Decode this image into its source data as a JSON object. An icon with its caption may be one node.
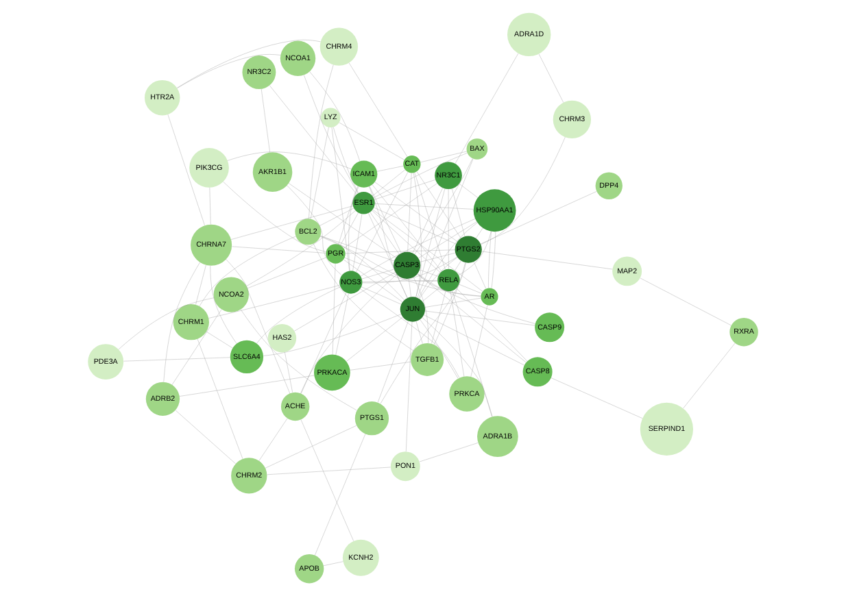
{
  "diagram": {
    "nodes": [
      {
        "text": [
          "ADRA1B"
        ]
      },
      {
        "text": [
          "PON1"
        ]
      },
      {
        "text": [
          "CHRM2"
        ]
      },
      {
        "text": [
          "ADRB2"
        ]
      },
      {
        "text": [
          "CHRNA7"
        ]
      },
      {
        "text": [
          "PIK3CG"
        ]
      },
      {
        "text": [
          "RELA"
        ]
      },
      {
        "text": [
          "JUN"
        ]
      },
      {
        "text": [
          "PTGS1"
        ]
      },
      {
        "text": [
          "NCOA2"
        ]
      },
      {
        "text": [
          "PGR"
        ]
      },
      {
        "text": [
          "ICAM1"
        ]
      },
      {
        "text": [
          "PRKCA"
        ]
      },
      {
        "text": [
          "CASP8"
        ]
      },
      {
        "text": [
          "APOB"
        ]
      },
      {
        "text": [
          "PDE3A"
        ]
      },
      {
        "text": [
          "PRKACA"
        ]
      },
      {
        "text": [
          "NCOA1"
        ]
      },
      {
        "text": [
          "AR"
        ]
      },
      {
        "text": [
          "SERPIND1"
        ]
      },
      {
        "text": [
          "KCNH2"
        ]
      },
      {
        "text": [
          "SLC6A4"
        ]
      },
      {
        "text": [
          "TGFB1"
        ]
      },
      {
        "text": [
          "HTR2A"
        ]
      },
      {
        "text": [
          "HSP90AA1"
        ]
      },
      {
        "text": [
          "RXRA"
        ]
      },
      {
        "text": [
          "ACHE"
        ]
      },
      {
        "text": [
          "CHRM1"
        ]
      },
      {
        "text": [
          "BCL2"
        ]
      },
      {
        "text": [
          "CHRM4"
        ]
      },
      {
        "text": [
          "NR3C1"
        ]
      },
      {
        "text": [
          "MAP2"
        ]
      },
      {
        "text": [
          "HAS2"
        ]
      },
      {
        "text": [
          "NOS3"
        ]
      },
      {
        "text": [
          "LYZ"
        ]
      },
      {
        "text": [
          "CAT"
        ]
      },
      {
        "text": [
          "ADRA1D"
        ]
      },
      {
        "text": [
          "PTGS2"
        ]
      },
      {
        "text": [
          "CASP3"
        ]
      },
      {
        "text": [
          "AKR1B1"
        ]
      },
      {
        "text": [
          "ESR1"
        ]
      },
      {
        "text": [
          "BAX"
        ]
      },
      {
        "text": [
          "CHRM3"
        ]
      },
      {
        "text": [
          "DPP4"
        ]
      },
      {
        "text": [
          "CASP9"
        ]
      },
      {
        "text": [
          "NR3C2"
        ]
      }
    ],
    "edges": [
      {
        "from": 0,
        "to": 1,
        "arrow": "none"
      },
      {
        "from": 1,
        "to": 2,
        "arrow": "none"
      },
      {
        "from": 2,
        "to": 3,
        "arrow": "none"
      },
      {
        "from": 3,
        "to": 4,
        "arrow": "none"
      },
      {
        "from": 4,
        "to": 5,
        "arrow": "none"
      },
      {
        "from": 0,
        "to": 6,
        "arrow": "none"
      },
      {
        "from": 1,
        "to": 7,
        "arrow": "none"
      },
      {
        "from": 2,
        "to": 8,
        "arrow": "none"
      },
      {
        "from": 3,
        "to": 9,
        "arrow": "none"
      },
      {
        "from": 4,
        "to": 10,
        "arrow": "none"
      },
      {
        "from": 5,
        "to": 11,
        "arrow": "none"
      },
      {
        "from": 6,
        "to": 7,
        "arrow": "none"
      },
      {
        "from": 7,
        "to": 8,
        "arrow": "none"
      },
      {
        "from": 8,
        "to": 9,
        "arrow": "none"
      },
      {
        "from": 9,
        "to": 10,
        "arrow": "none"
      },
      {
        "from": 10,
        "to": 11,
        "arrow": "none"
      },
      {
        "from": 6,
        "to": 12,
        "arrow": "none"
      },
      {
        "from": 7,
        "to": 13,
        "arrow": "none"
      },
      {
        "from": 8,
        "to": 14,
        "arrow": "none"
      },
      {
        "from": 9,
        "to": 15,
        "arrow": "none"
      },
      {
        "from": 10,
        "to": 16,
        "arrow": "none"
      },
      {
        "from": 11,
        "to": 17,
        "arrow": "none"
      },
      {
        "from": 12,
        "to": 18,
        "arrow": "none"
      },
      {
        "from": 13,
        "to": 19,
        "arrow": "none"
      },
      {
        "from": 14,
        "to": 20,
        "arrow": "none"
      },
      {
        "from": 15,
        "to": 21,
        "arrow": "none"
      },
      {
        "from": 16,
        "to": 22,
        "arrow": "none"
      },
      {
        "from": 17,
        "to": 23,
        "arrow": "none"
      },
      {
        "from": 18,
        "to": 24,
        "arrow": "none"
      },
      {
        "from": 19,
        "to": 25,
        "arrow": "none"
      },
      {
        "from": 20,
        "to": 26,
        "arrow": "none"
      },
      {
        "from": 21,
        "to": 27,
        "arrow": "none"
      },
      {
        "from": 22,
        "to": 28,
        "arrow": "none"
      },
      {
        "from": 23,
        "to": 29,
        "arrow": "none"
      },
      {
        "from": 24,
        "to": 30,
        "arrow": "none"
      },
      {
        "from": 25,
        "to": 31,
        "arrow": "none"
      },
      {
        "from": 26,
        "to": 32,
        "arrow": "none"
      },
      {
        "from": 27,
        "to": 33,
        "arrow": "none"
      },
      {
        "from": 28,
        "to": 34,
        "arrow": "none"
      },
      {
        "from": 29,
        "to": 35,
        "arrow": "none"
      },
      {
        "from": 30,
        "to": 36,
        "arrow": "none"
      },
      {
        "from": 31,
        "to": 37,
        "arrow": "none"
      },
      {
        "from": 32,
        "to": 38,
        "arrow": "none"
      },
      {
        "from": 33,
        "to": 39,
        "arrow": "none"
      },
      {
        "from": 34,
        "to": 40,
        "arrow": "none"
      },
      {
        "from": 35,
        "to": 41,
        "arrow": "none"
      },
      {
        "from": 36,
        "to": 42,
        "arrow": "none"
      },
      {
        "from": 37,
        "to": 43,
        "arrow": "none"
      },
      {
        "from": 38,
        "to": 44,
        "arrow": "none"
      },
      {
        "from": 39,
        "to": 45,
        "arrow": "none"
      },
      {
        "from": 33,
        "to": 34,
        "arrow": "none"
      },
      {
        "from": 34,
        "to": 35,
        "arrow": "none"
      },
      {
        "from": 40,
        "to": 41,
        "arrow": "none"
      },
      {
        "from": 27,
        "to": 28,
        "arrow": "none"
      },
      {
        "from": 28,
        "to": 29,
        "arrow": "none"
      },
      {
        "from": 7,
        "to": 12,
        "arrow": "none"
      },
      {
        "from": 7,
        "to": 18,
        "arrow": "none"
      },
      {
        "from": 7,
        "to": 24,
        "arrow": "none"
      },
      {
        "from": 7,
        "to": 30,
        "arrow": "none"
      },
      {
        "from": 7,
        "to": 37,
        "arrow": "none"
      },
      {
        "from": 7,
        "to": 38,
        "arrow": "none"
      },
      {
        "from": 7,
        "to": 40,
        "arrow": "none"
      },
      {
        "from": 7,
        "to": 33,
        "arrow": "none"
      },
      {
        "from": 7,
        "to": 28,
        "arrow": "none"
      },
      {
        "from": 7,
        "to": 22,
        "arrow": "none"
      },
      {
        "from": 7,
        "to": 11,
        "arrow": "none"
      },
      {
        "from": 7,
        "to": 10,
        "arrow": "none"
      },
      {
        "from": 7,
        "to": 35,
        "arrow": "none"
      },
      {
        "from": 7,
        "to": 41,
        "arrow": "none"
      },
      {
        "from": 7,
        "to": 44,
        "arrow": "none"
      },
      {
        "from": 7,
        "to": 0,
        "arrow": "none"
      },
      {
        "from": 7,
        "to": 21,
        "arrow": "none"
      },
      {
        "from": 7,
        "to": 16,
        "arrow": "none"
      },
      {
        "from": 38,
        "to": 13,
        "arrow": "none"
      },
      {
        "from": 38,
        "to": 28,
        "arrow": "none"
      },
      {
        "from": 38,
        "to": 41,
        "arrow": "none"
      },
      {
        "from": 38,
        "to": 37,
        "arrow": "none"
      },
      {
        "from": 38,
        "to": 33,
        "arrow": "none"
      },
      {
        "from": 38,
        "to": 40,
        "arrow": "none"
      },
      {
        "from": 38,
        "to": 35,
        "arrow": "none"
      },
      {
        "from": 38,
        "to": 6,
        "arrow": "none"
      },
      {
        "from": 38,
        "to": 24,
        "arrow": "none"
      },
      {
        "from": 38,
        "to": 18,
        "arrow": "none"
      },
      {
        "from": 38,
        "to": 22,
        "arrow": "none"
      },
      {
        "from": 38,
        "to": 11,
        "arrow": "none"
      },
      {
        "from": 38,
        "to": 30,
        "arrow": "none"
      },
      {
        "from": 38,
        "to": 39,
        "arrow": "none"
      },
      {
        "from": 38,
        "to": 26,
        "arrow": "none"
      },
      {
        "from": 37,
        "to": 6,
        "arrow": "none"
      },
      {
        "from": 37,
        "to": 33,
        "arrow": "none"
      },
      {
        "from": 37,
        "to": 40,
        "arrow": "none"
      },
      {
        "from": 37,
        "to": 35,
        "arrow": "none"
      },
      {
        "from": 37,
        "to": 11,
        "arrow": "none"
      },
      {
        "from": 37,
        "to": 22,
        "arrow": "none"
      },
      {
        "from": 37,
        "to": 8,
        "arrow": "none"
      },
      {
        "from": 37,
        "to": 30,
        "arrow": "none"
      },
      {
        "from": 37,
        "to": 24,
        "arrow": "none"
      },
      {
        "from": 37,
        "to": 10,
        "arrow": "none"
      },
      {
        "from": 37,
        "to": 18,
        "arrow": "none"
      },
      {
        "from": 37,
        "to": 42,
        "arrow": "none"
      },
      {
        "from": 6,
        "to": 11,
        "arrow": "none"
      },
      {
        "from": 6,
        "to": 33,
        "arrow": "none"
      },
      {
        "from": 6,
        "to": 40,
        "arrow": "none"
      },
      {
        "from": 6,
        "to": 24,
        "arrow": "none"
      },
      {
        "from": 6,
        "to": 30,
        "arrow": "none"
      },
      {
        "from": 6,
        "to": 18,
        "arrow": "none"
      },
      {
        "from": 6,
        "to": 13,
        "arrow": "none"
      },
      {
        "from": 6,
        "to": 28,
        "arrow": "none"
      },
      {
        "from": 6,
        "to": 35,
        "arrow": "none"
      },
      {
        "from": 6,
        "to": 22,
        "arrow": "none"
      },
      {
        "from": 40,
        "to": 10,
        "arrow": "none"
      },
      {
        "from": 40,
        "to": 18,
        "arrow": "none"
      },
      {
        "from": 40,
        "to": 17,
        "arrow": "none"
      },
      {
        "from": 40,
        "to": 9,
        "arrow": "none"
      },
      {
        "from": 40,
        "to": 24,
        "arrow": "none"
      },
      {
        "from": 40,
        "to": 30,
        "arrow": "none"
      },
      {
        "from": 40,
        "to": 28,
        "arrow": "none"
      },
      {
        "from": 40,
        "to": 35,
        "arrow": "none"
      },
      {
        "from": 40,
        "to": 33,
        "arrow": "none"
      },
      {
        "from": 40,
        "to": 4,
        "arrow": "none"
      },
      {
        "from": 40,
        "to": 45,
        "arrow": "none"
      },
      {
        "from": 33,
        "to": 24,
        "arrow": "none"
      },
      {
        "from": 33,
        "to": 35,
        "arrow": "none"
      },
      {
        "from": 33,
        "to": 11,
        "arrow": "none"
      },
      {
        "from": 33,
        "to": 12,
        "arrow": "none"
      },
      {
        "from": 33,
        "to": 16,
        "arrow": "none"
      },
      {
        "from": 33,
        "to": 26,
        "arrow": "none"
      },
      {
        "from": 33,
        "to": 21,
        "arrow": "none"
      },
      {
        "from": 4,
        "to": 26,
        "arrow": "none"
      },
      {
        "from": 4,
        "to": 27,
        "arrow": "none"
      },
      {
        "from": 4,
        "to": 23,
        "arrow": "none"
      },
      {
        "from": 4,
        "to": 21,
        "arrow": "none"
      },
      {
        "from": 2,
        "to": 27,
        "arrow": "none"
      },
      {
        "from": 2,
        "to": 26,
        "arrow": "none"
      },
      {
        "from": 3,
        "to": 16,
        "arrow": "none"
      },
      {
        "from": 5,
        "to": 10,
        "arrow": "none"
      },
      {
        "from": 11,
        "to": 35,
        "arrow": "none"
      },
      {
        "from": 18,
        "to": 10,
        "arrow": "none"
      },
      {
        "from": 30,
        "to": 10,
        "arrow": "none"
      },
      {
        "from": 18,
        "to": 24,
        "arrow": "none"
      }
    ]
  }
}
